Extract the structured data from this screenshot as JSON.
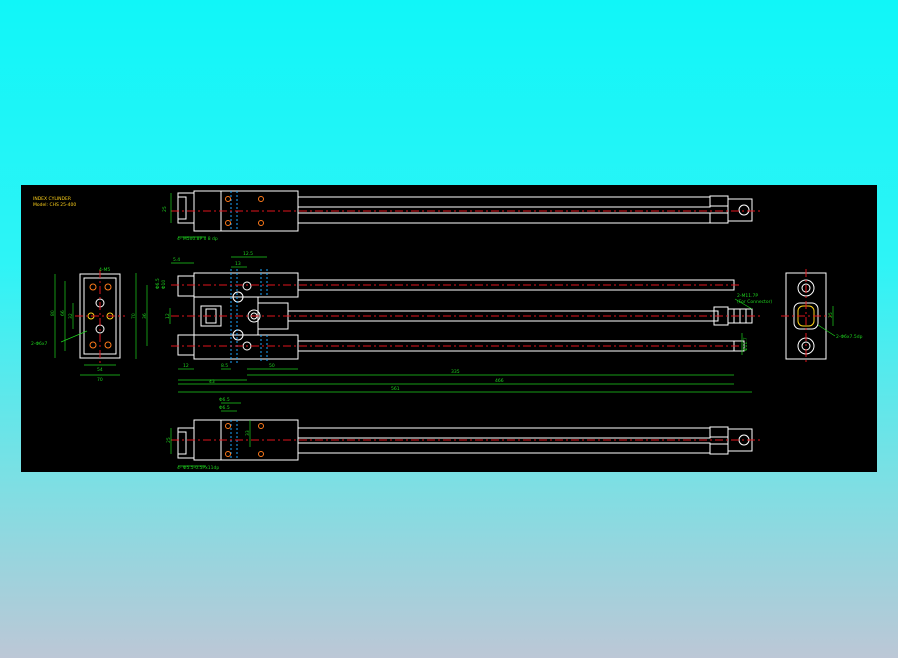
{
  "title_block": {
    "line1": "INDEX CYLINDER",
    "line2": "Model: CHS 25-400"
  },
  "views": {
    "top": {
      "note": "4- M5x0.8P x 8 dp",
      "dim_height": "25"
    },
    "side_left": {
      "dim_m5": "4-M5",
      "dims": [
        "80",
        "66",
        "32",
        "54",
        "70"
      ],
      "note": "2-Φ6x7"
    },
    "front": {
      "dims_top": [
        "5.4",
        "12.5",
        "13"
      ],
      "dims_left": [
        "Φ6.5",
        "Φ10",
        "12",
        "36",
        "70"
      ],
      "dims_bottom": [
        "12",
        "8.5",
        "50",
        "43",
        "335",
        "466",
        "561"
      ],
      "note_right": [
        "2-M11.7P",
        "(For Connector)"
      ],
      "dim_right": "Φ11.7"
    },
    "end_right": {
      "dim": "25",
      "note": "2-Φ6x7.5dp"
    },
    "bottom": {
      "dims": [
        "Φ6.5",
        "Φ6.5",
        "25",
        "33"
      ],
      "note": "4- Φ5.5-0.5Px11dp"
    }
  }
}
